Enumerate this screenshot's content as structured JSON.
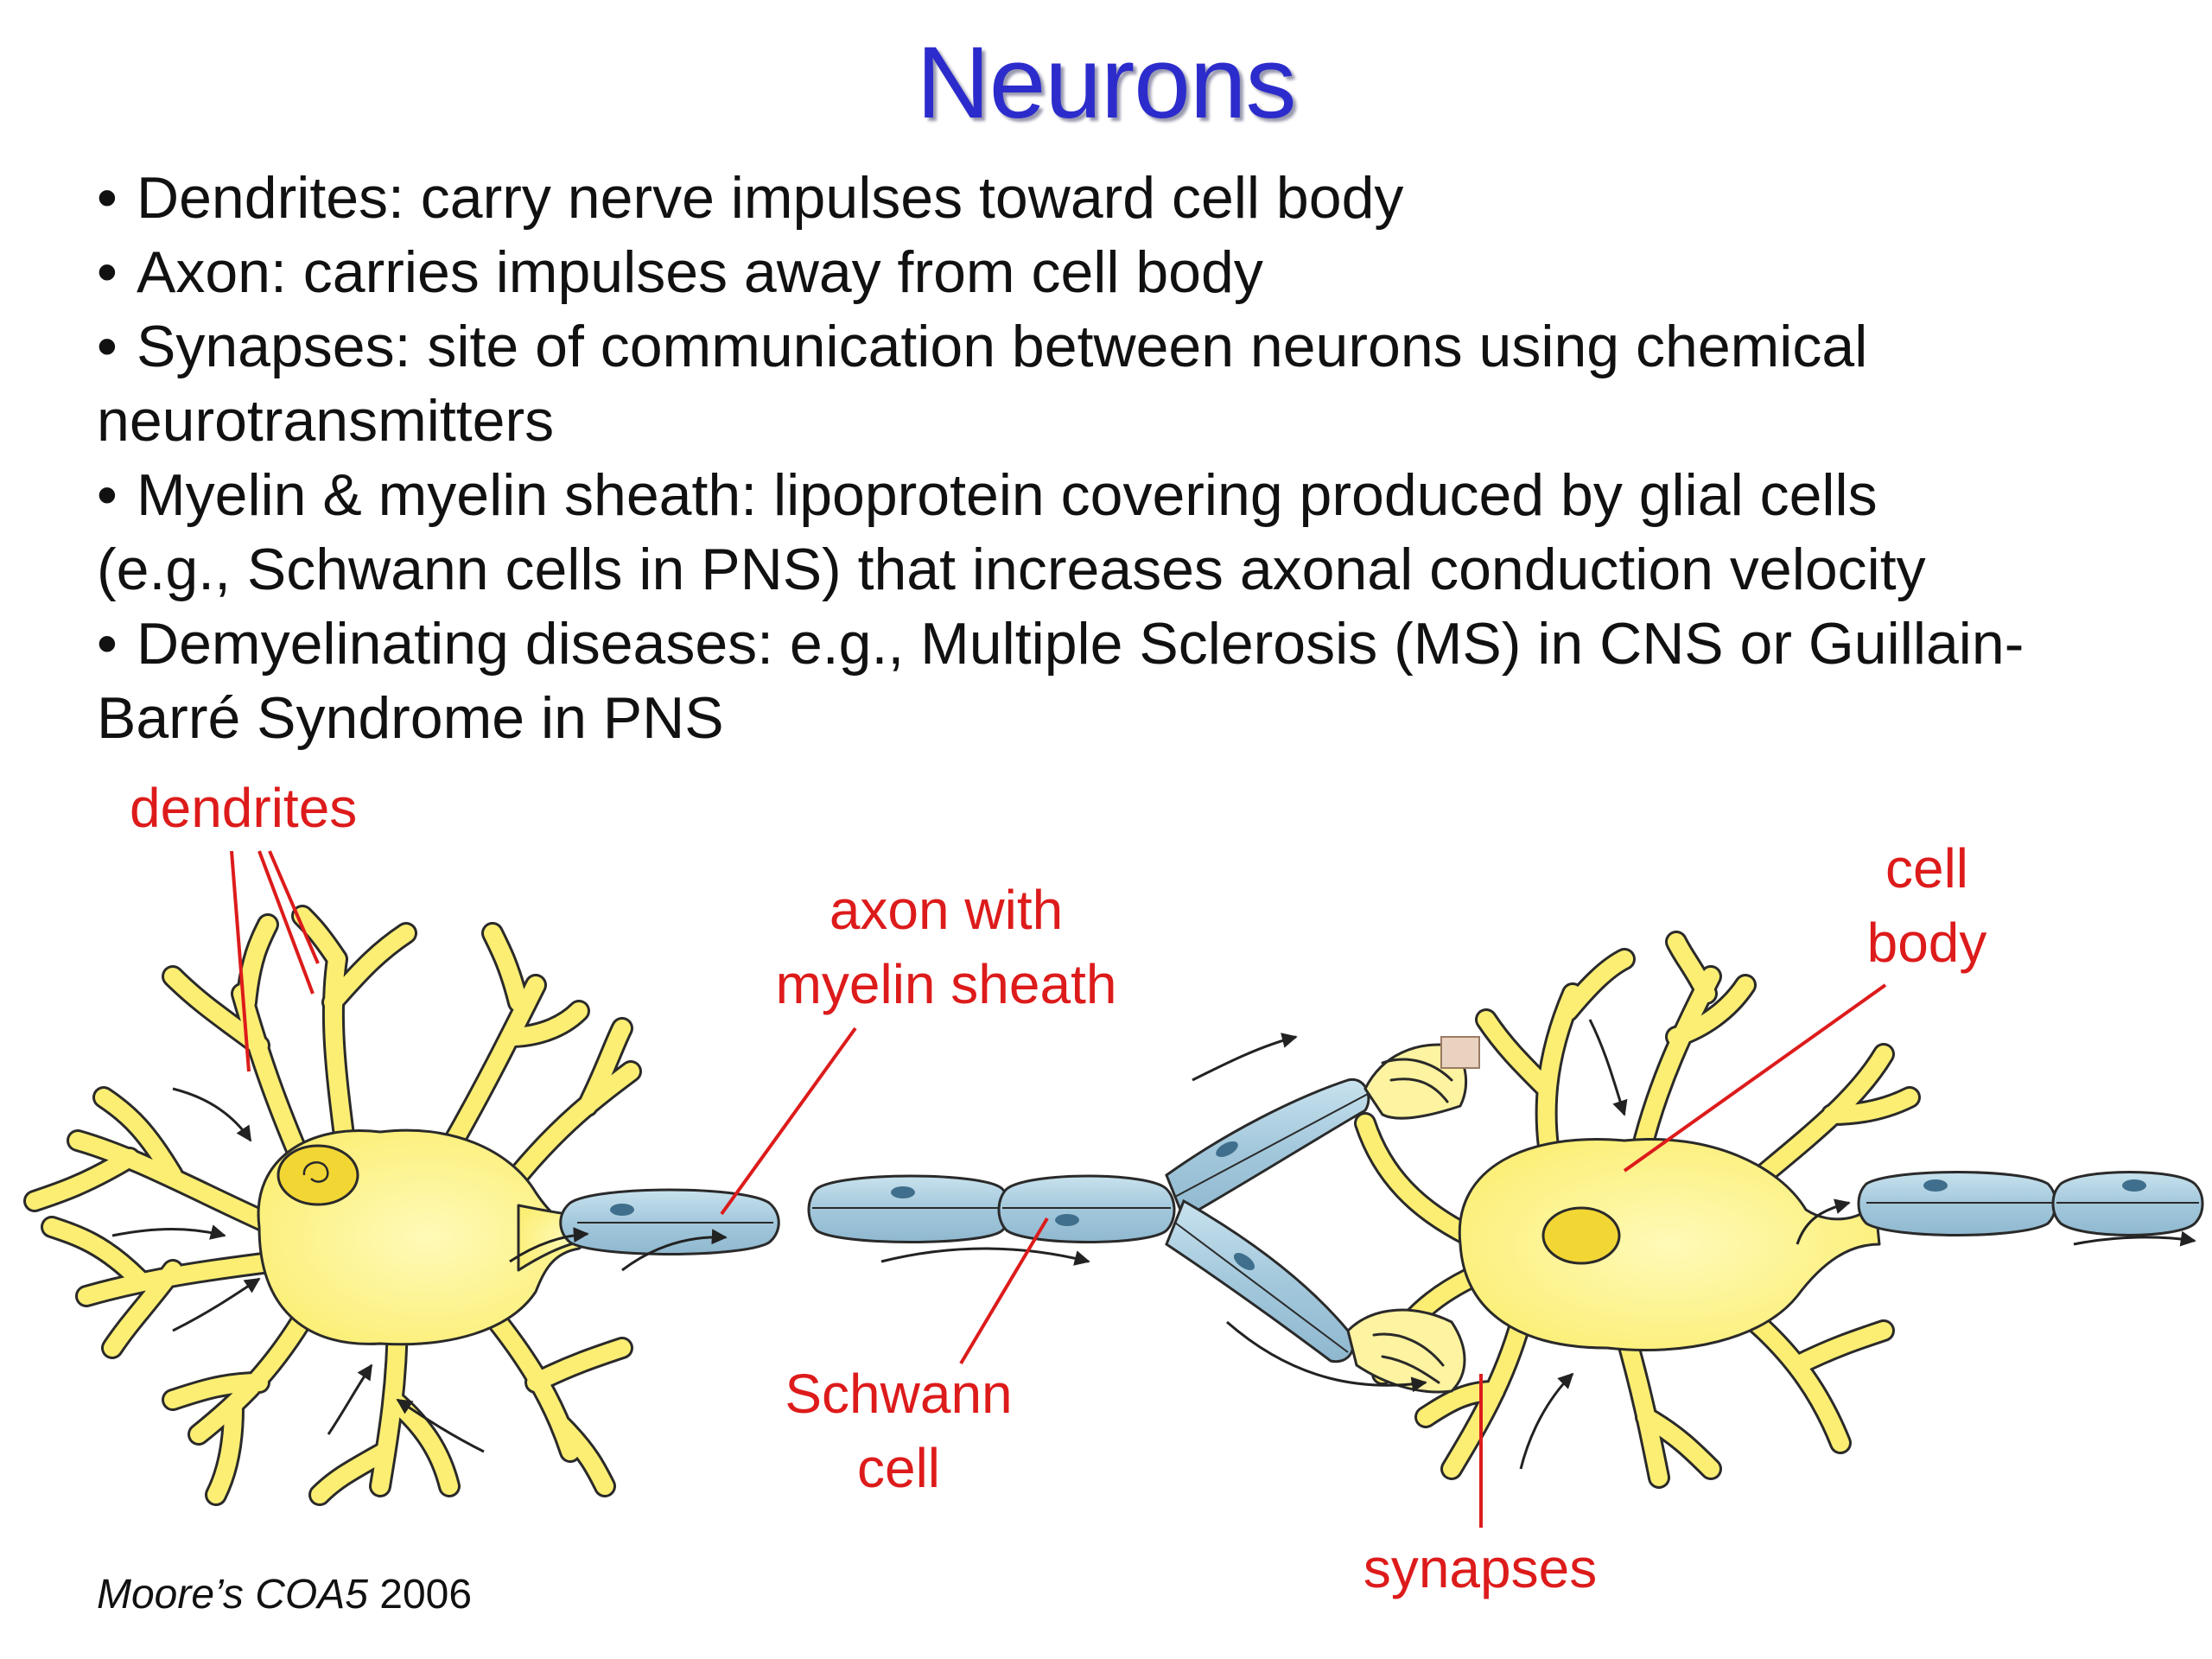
{
  "slide": {
    "title": "Neurons",
    "bullets": [
      {
        "line1": "Dendrites: carry nerve impulses toward cell body",
        "line2": ""
      },
      {
        "line1": "Axon: carries impulses away from cell body",
        "line2": ""
      },
      {
        "line1": "Synapses: site of communication between neurons using chemical",
        "line2": "neurotransmitters"
      },
      {
        "line1": "Myelin & myelin sheath: lipoprotein covering produced by glial cells",
        "line2": "(e.g., Schwann cells in PNS) that increases axonal conduction velocity"
      },
      {
        "line1": "Demyelinating diseases: e.g., Multiple Sclerosis (MS) in CNS or Guillain-",
        "line2": "Barré Syndrome in PNS"
      }
    ]
  },
  "diagram": {
    "labels": {
      "dendrites": "dendrites",
      "axon_line1": "axon with",
      "axon_line2": "myelin sheath",
      "cell_body_line1": "cell",
      "cell_body_line2": "body",
      "schwann_line1": "Schwann",
      "schwann_line2": "cell",
      "synapses": "synapses"
    },
    "colors": {
      "label": "#dd1b1b",
      "cell": "#fff27a",
      "nucleus": "#f2d634",
      "myelin": "#a9cde0",
      "outline": "#2a2a2a"
    }
  },
  "credit": {
    "source_italic": "Moore’s COA5",
    "year": "2006"
  }
}
